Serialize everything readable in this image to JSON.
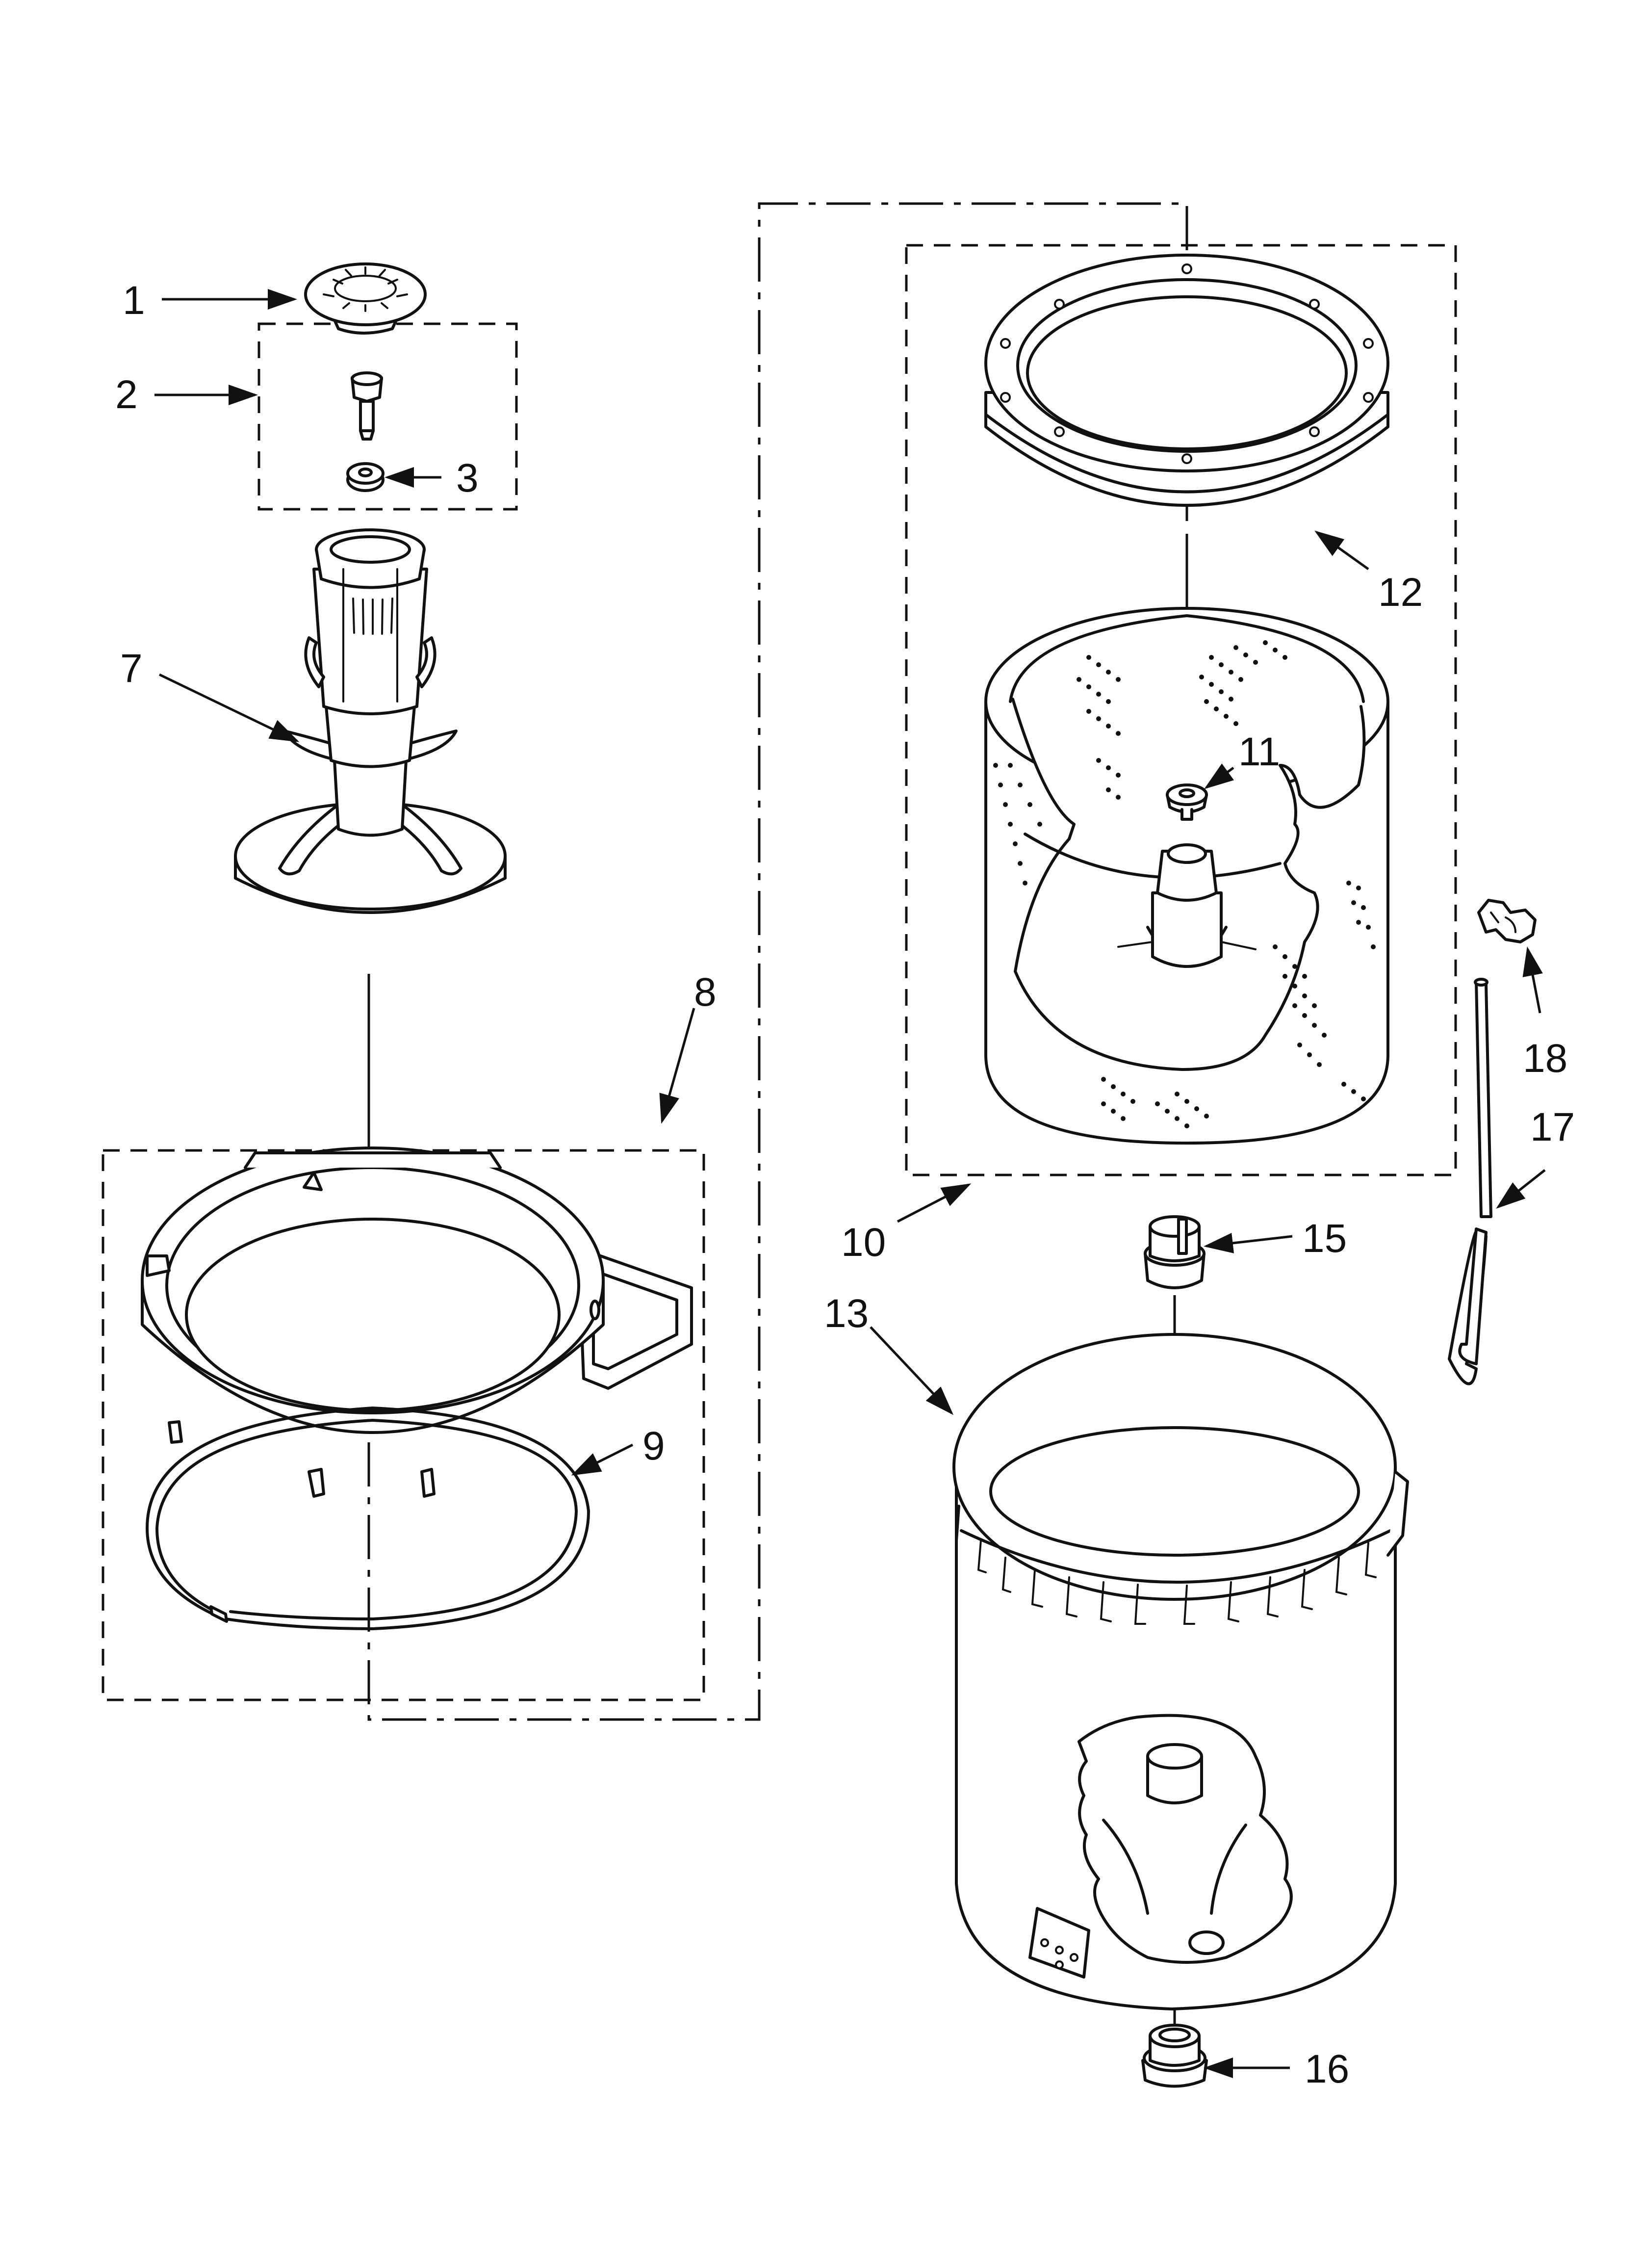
{
  "diagram": {
    "callouts": [
      {
        "id": "1",
        "text": "1"
      },
      {
        "id": "2",
        "text": "2"
      },
      {
        "id": "3",
        "text": "3"
      },
      {
        "id": "7",
        "text": "7"
      },
      {
        "id": "8",
        "text": "8"
      },
      {
        "id": "9",
        "text": "9"
      },
      {
        "id": "10",
        "text": "10"
      },
      {
        "id": "11",
        "text": "11"
      },
      {
        "id": "12",
        "text": "12"
      },
      {
        "id": "13",
        "text": "13"
      },
      {
        "id": "15",
        "text": "15"
      },
      {
        "id": "16",
        "text": "16"
      },
      {
        "id": "17",
        "text": "17"
      },
      {
        "id": "18",
        "text": "18"
      }
    ]
  }
}
